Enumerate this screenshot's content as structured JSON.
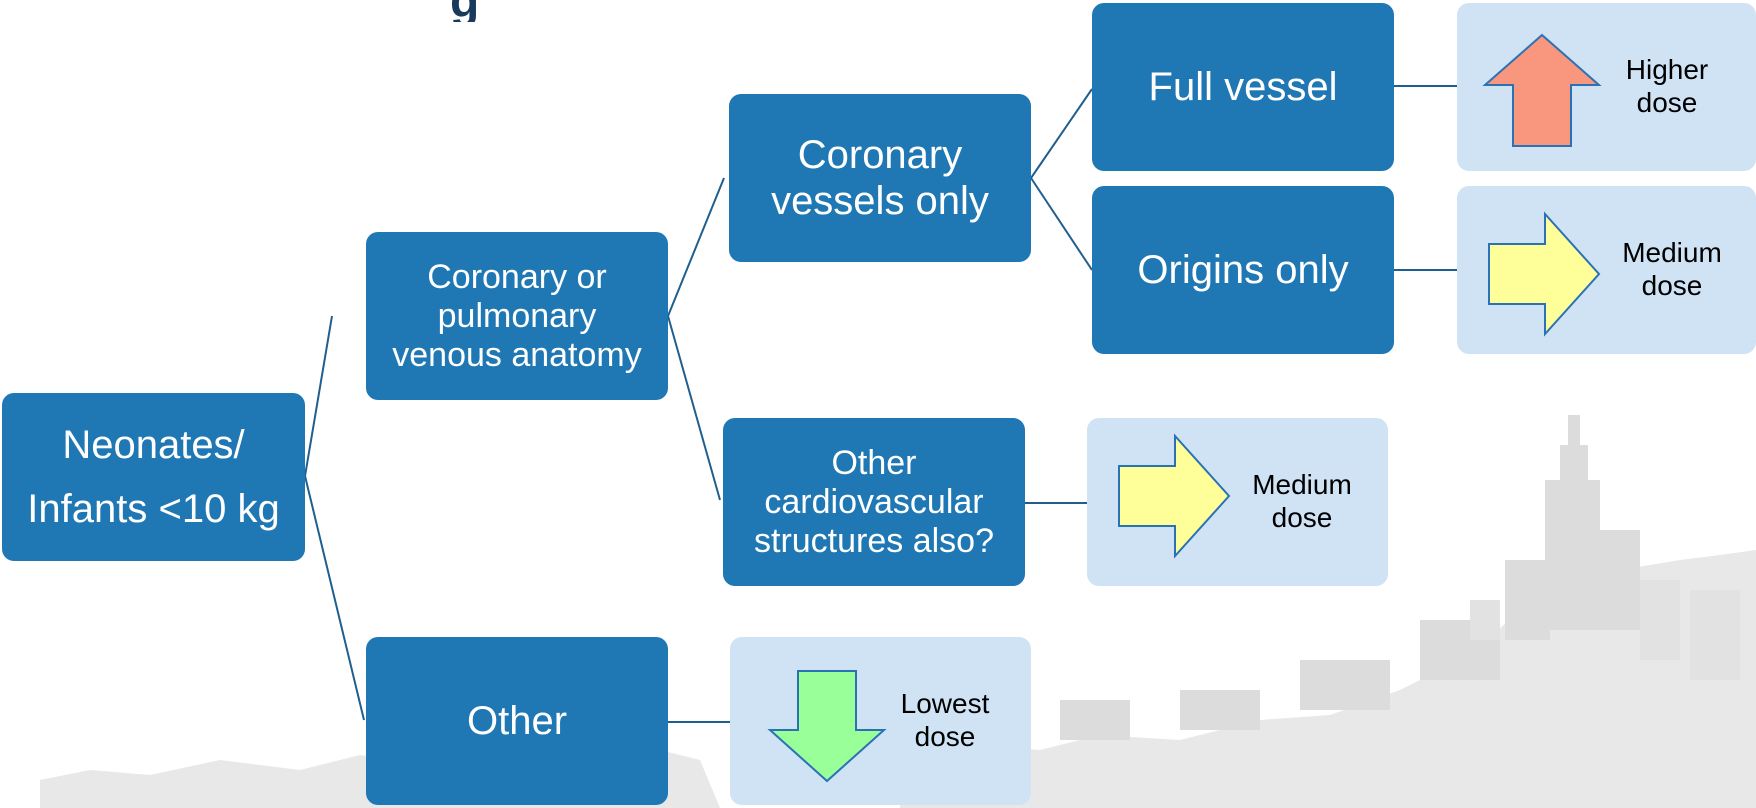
{
  "title_fragment": "g",
  "nodes": {
    "root": "Neonates/\nInfants <10 kg",
    "coronary_pulmonary": "Coronary or\npulmonary\nvenous anatomy",
    "other_root": "Other",
    "coronary_only": "Coronary\nvessels only",
    "other_cardio": "Other\ncardiovascular\nstructures also?",
    "full_vessel": "Full vessel",
    "origins_only": "Origins only"
  },
  "outcomes": {
    "higher": {
      "label": "Higher\ndose",
      "arrow": "up-arrow-icon",
      "color": "#f9967e"
    },
    "medium_origins": {
      "label": "Medium\ndose",
      "arrow": "right-arrow-icon",
      "color": "#ffff99"
    },
    "medium_other": {
      "label": "Medium\ndose",
      "arrow": "right-arrow-icon",
      "color": "#ffff99"
    },
    "lowest": {
      "label": "Lowest\ndose",
      "arrow": "down-arrow-icon",
      "color": "#99ff99"
    }
  },
  "colors": {
    "node": "#1f78b4",
    "outcome_bg": "#cfe3f5",
    "connector": "#1f5f8f",
    "arrow_stroke": "#2a72b5"
  }
}
